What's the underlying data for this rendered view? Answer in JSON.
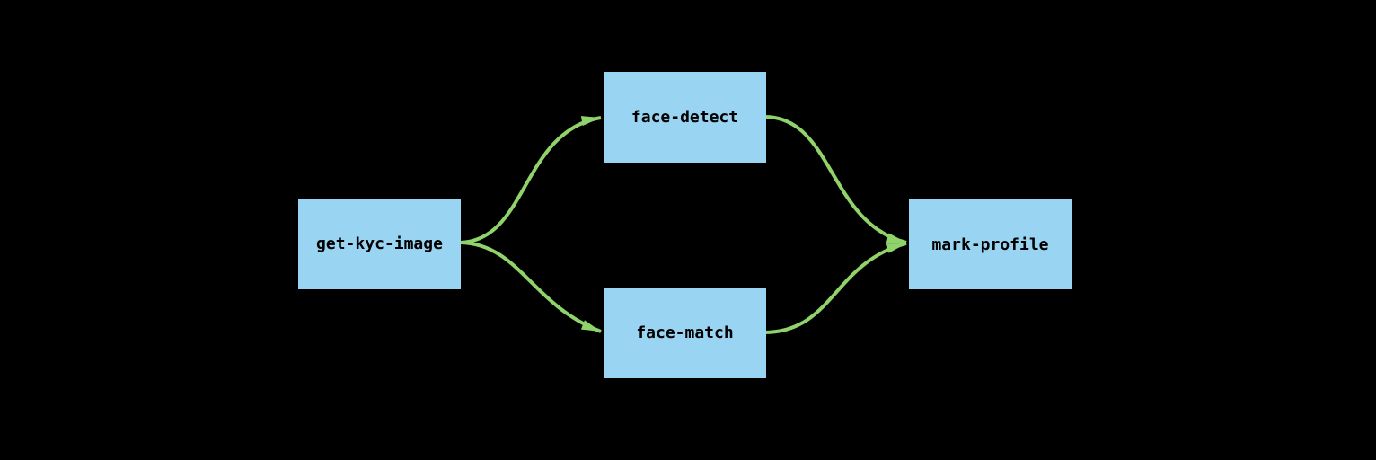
{
  "diagram": {
    "type": "dag",
    "direction": "left-to-right",
    "colors": {
      "node_fill": "#99d5f2",
      "edge": "#90d36a",
      "text": "#000000",
      "background": "#000000"
    },
    "nodes": [
      {
        "id": "get-kyc-image",
        "label": "get-kyc-image"
      },
      {
        "id": "face-detect",
        "label": "face-detect"
      },
      {
        "id": "face-match",
        "label": "face-match"
      },
      {
        "id": "mark-profile",
        "label": "mark-profile"
      }
    ],
    "edges": [
      {
        "from": "get-kyc-image",
        "to": "face-detect"
      },
      {
        "from": "get-kyc-image",
        "to": "face-match"
      },
      {
        "from": "face-detect",
        "to": "mark-profile"
      },
      {
        "from": "face-match",
        "to": "mark-profile"
      }
    ]
  }
}
